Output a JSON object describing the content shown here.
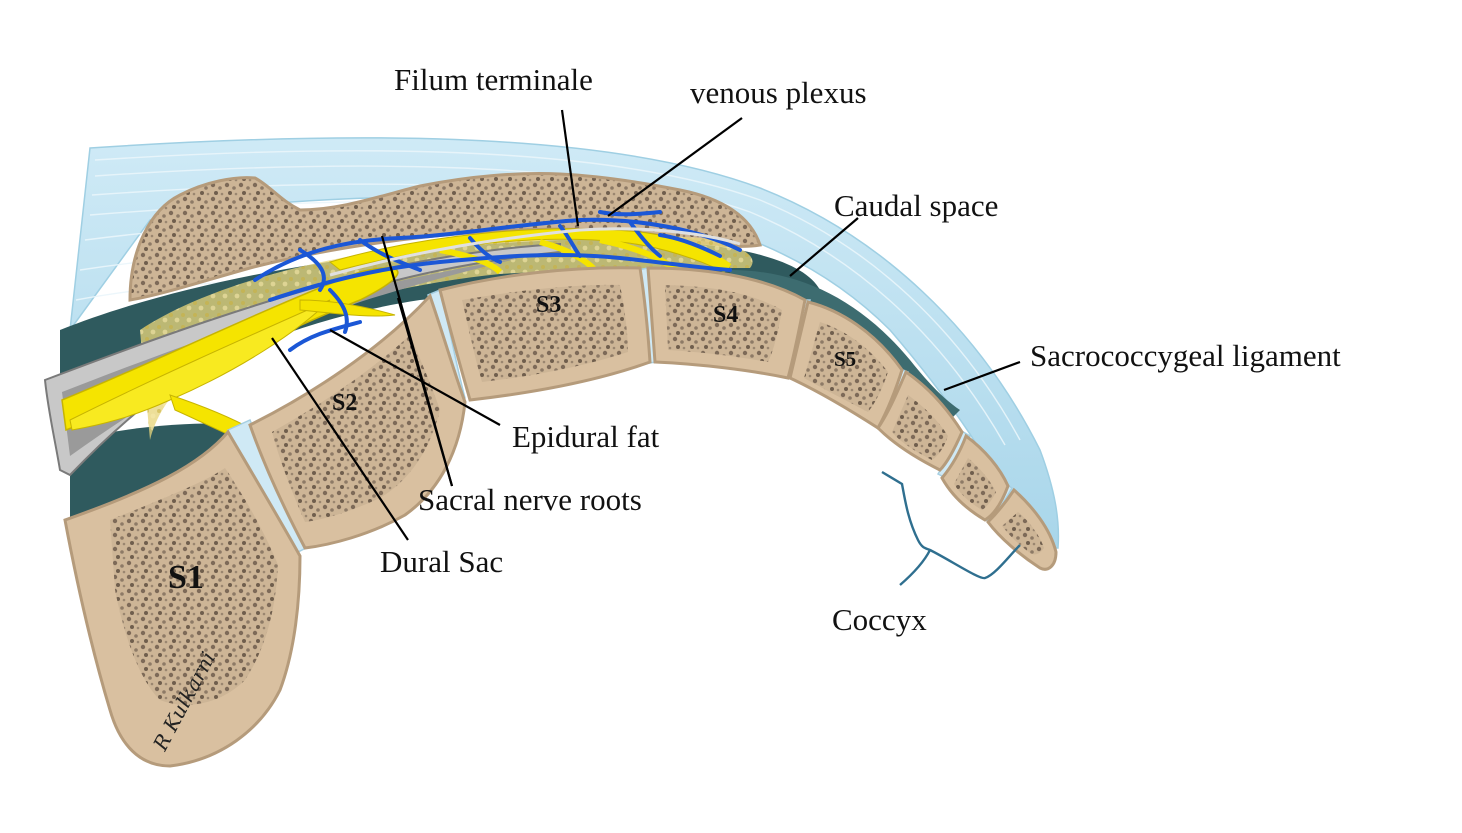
{
  "labels": {
    "filum_terminale": "Filum terminale",
    "venous_plexus": "venous plexus",
    "caudal_space": "Caudal space",
    "sacrococcygeal_ligament": "Sacrococcygeal ligament",
    "epidural_fat": "Epidural fat",
    "sacral_nerve_roots": "Sacral nerve roots",
    "dural_sac": "Dural Sac",
    "coccyx": "Coccyx"
  },
  "vertebrae": {
    "s1": "S1",
    "s2": "S2",
    "s3": "S3",
    "s4": "S4",
    "s5": "S5"
  },
  "signature": "R Kulkarni",
  "colors": {
    "bone": "#d9c0a0",
    "bone_outline": "#b59b7b",
    "cancellous": "#8a7764",
    "ligament": "#bfe3f2",
    "canal_dark": "#2f5a5e",
    "dura": "#c4c4c4",
    "nerve": "#f5e400",
    "vein": "#1b57d6",
    "fat": "#e8d77a",
    "coccyx_bracket": "#2f6f8f"
  }
}
